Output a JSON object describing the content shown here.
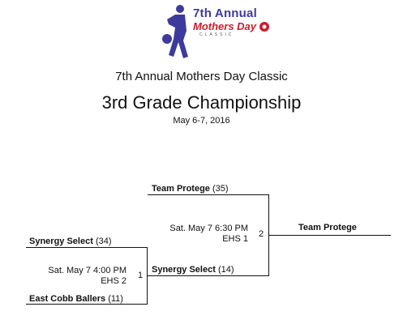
{
  "logo": {
    "line1": "7th Annual",
    "line2": "Mothers Day",
    "line3": "CLASSIC"
  },
  "event_title": "7th Annual Mothers Day Classic",
  "bracket_title": "3rd Grade Championship",
  "dates": "May 6-7, 2016",
  "game1": {
    "number": "1",
    "time": "Sat. May 7 4:00 PM",
    "court": "EHS 2",
    "team_top": {
      "name": "Synergy Select",
      "seed": "(34)"
    },
    "team_bottom": {
      "name": "East Cobb Ballers",
      "seed": "(11)"
    }
  },
  "game2": {
    "number": "2",
    "time": "Sat. May 7 6:30 PM",
    "court": "EHS 1",
    "team_top": {
      "name": "Team Protege",
      "seed": "(35)"
    },
    "team_bottom": {
      "name": "Synergy Select",
      "seed": "(14)"
    }
  },
  "champion": "Team Protege",
  "colors": {
    "logo_blue": "#3d3a9e",
    "logo_red": "#c81e2c"
  }
}
